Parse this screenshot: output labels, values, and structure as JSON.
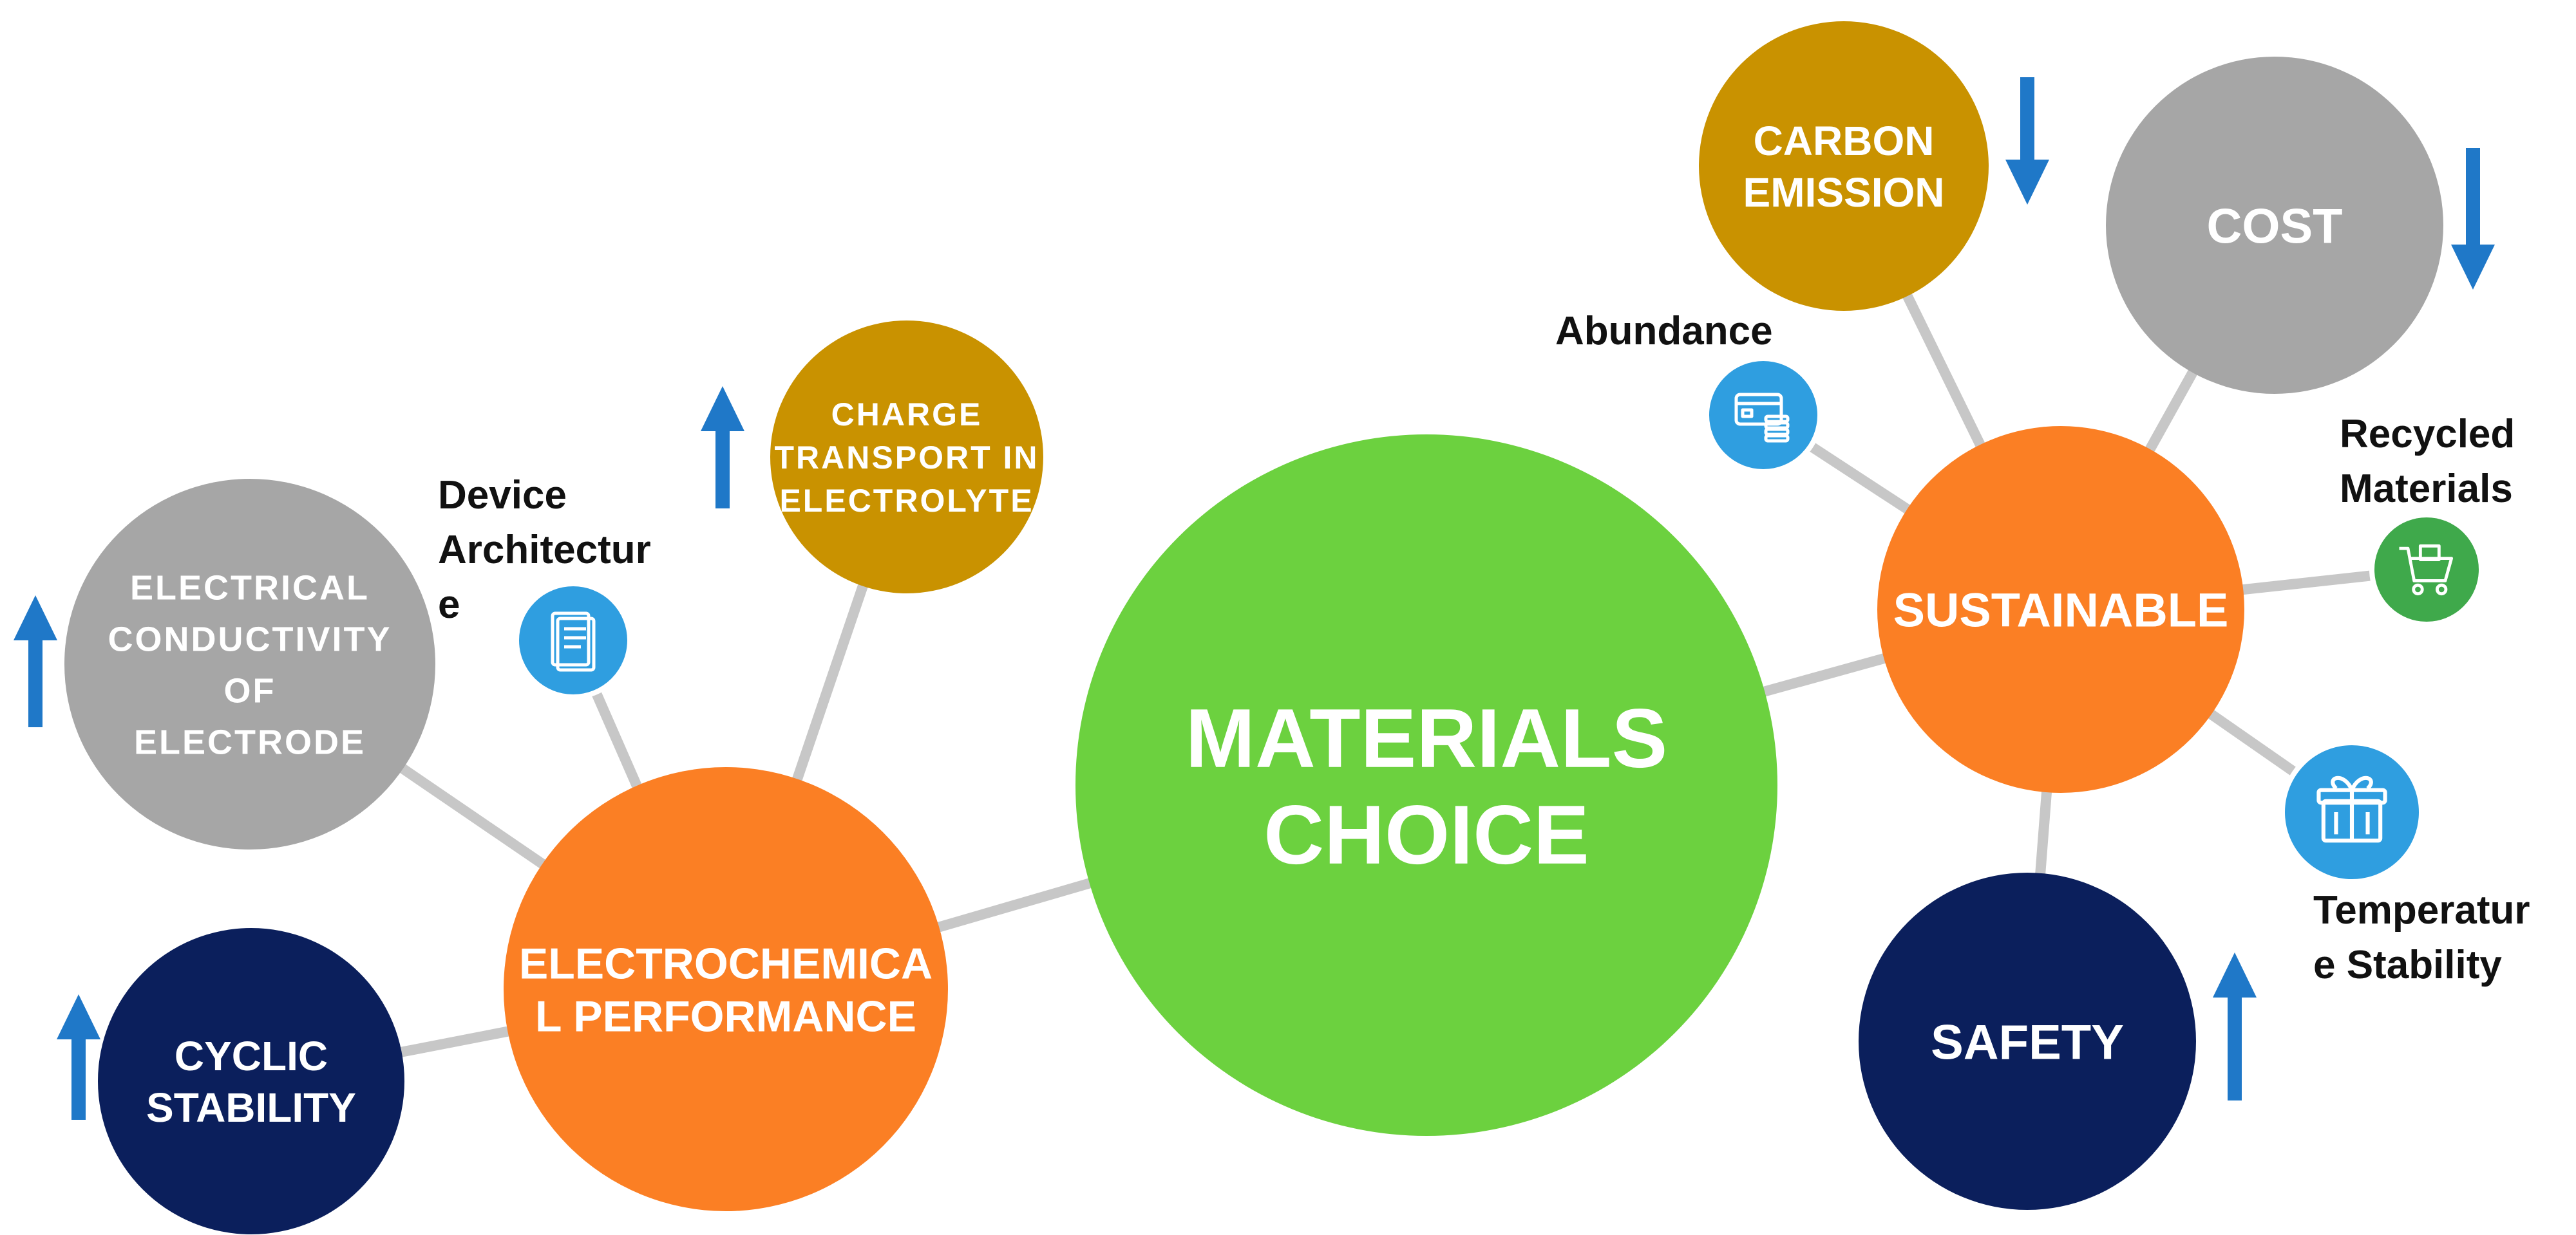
{
  "diagram": {
    "center": {
      "lines": [
        "MATERIALS",
        "CHOICE"
      ],
      "color": "#6cd13f"
    },
    "electrochemical": {
      "lines": [
        "ELECTROCHEMICA",
        "L PERFORMANCE"
      ],
      "color": "#fb7f24"
    },
    "sustainable": {
      "lines": [
        "SUSTAINABLE"
      ],
      "color": "#fb7f24"
    },
    "electrical_conductivity": {
      "lines": [
        "ELECTRICAL",
        "CONDUCTIVITY",
        "OF",
        "ELECTRODE"
      ],
      "color": "#a6a6a6",
      "trend": "up"
    },
    "charge_transport": {
      "lines": [
        "CHARGE",
        "TRANSPORT  IN",
        "ELECTROLYTE"
      ],
      "color": "#c99200",
      "trend": "up"
    },
    "cyclic_stability": {
      "lines": [
        "CYCLIC",
        "STABILITY"
      ],
      "color": "#0b1f5c",
      "trend": "up"
    },
    "carbon_emission": {
      "lines": [
        "CARBON",
        "EMISSION"
      ],
      "color": "#c99200",
      "trend": "down"
    },
    "cost": {
      "lines": [
        "COST"
      ],
      "color": "#a6a6a6",
      "trend": "down"
    },
    "safety": {
      "lines": [
        "SAFETY"
      ],
      "color": "#0b1f5c",
      "trend": "up"
    },
    "device_architecture": {
      "lines": [
        "Device",
        "Architectur",
        "e"
      ],
      "icon": "document-icon",
      "icon_color": "#2f9ee0"
    },
    "abundance": {
      "lines": [
        "Abundance"
      ],
      "icon": "card-coins-icon",
      "icon_color": "#2f9ee0"
    },
    "recycled_materials": {
      "lines": [
        "Recycled",
        "Materials"
      ],
      "icon": "cart-icon",
      "icon_color": "#3fa94b"
    },
    "temperature_stability": {
      "lines": [
        "Temperatur",
        "e Stability"
      ],
      "icon": "gift-box-icon",
      "icon_color": "#2f9ee0"
    },
    "arrow_color": "#1f78c8",
    "connector_color": "#c7c7c7"
  }
}
